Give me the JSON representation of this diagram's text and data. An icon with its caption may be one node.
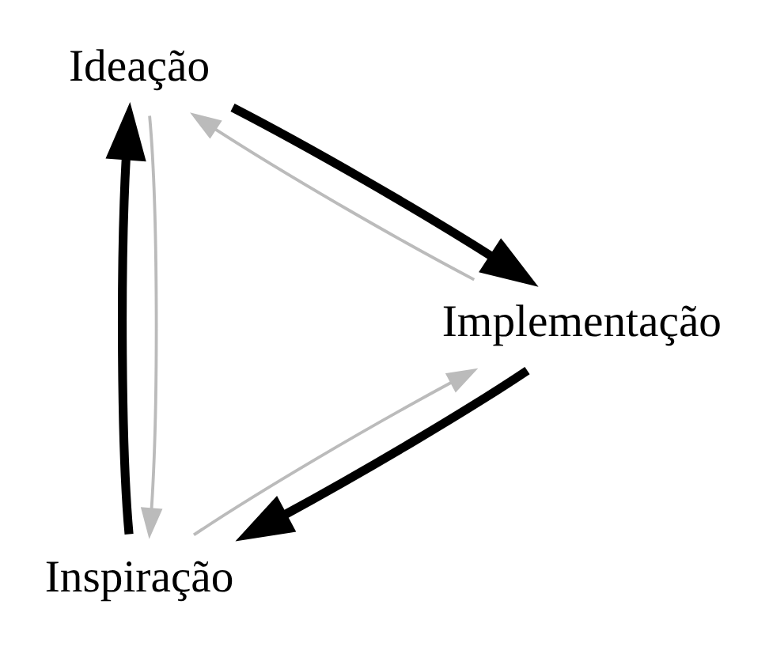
{
  "diagram": {
    "nodes": [
      {
        "text": [
          "Inspiração"
        ]
      },
      {
        "text": [
          "Ideação"
        ]
      },
      {
        "text": [
          "Implementação"
        ]
      }
    ],
    "edges": [
      {
        "from": 0,
        "to": 1,
        "arrow": "to",
        "style": "thick"
      },
      {
        "from": 1,
        "to": 2,
        "arrow": "to",
        "style": "thick"
      },
      {
        "from": 2,
        "to": 0,
        "arrow": "to",
        "style": "thick"
      },
      {
        "from": 0,
        "to": 2,
        "arrow": "to",
        "color": "#bbbbbb"
      },
      {
        "from": 2,
        "to": 1,
        "arrow": "to",
        "color": "#bbbbbb"
      },
      {
        "from": 1,
        "to": 0,
        "arrow": "to",
        "color": "#bbbbbb"
      }
    ]
  }
}
